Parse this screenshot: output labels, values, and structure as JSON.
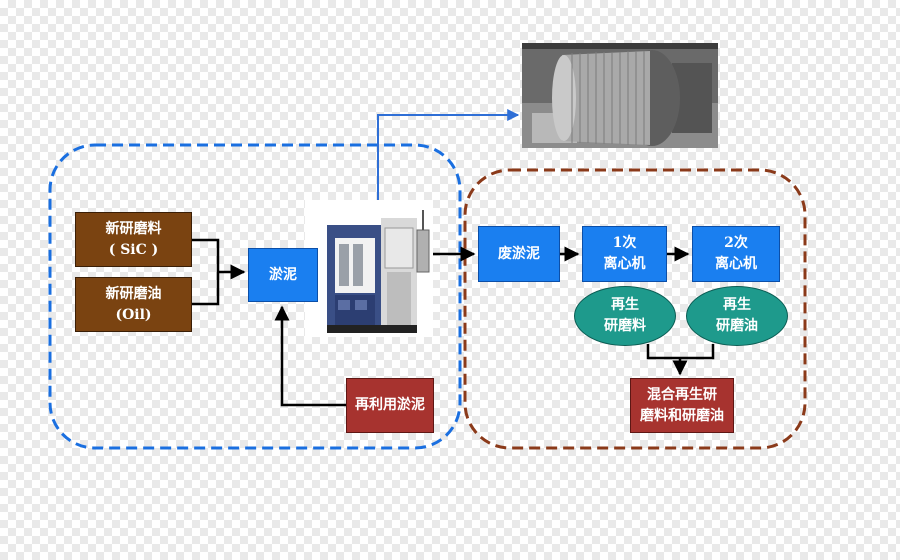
{
  "nodes": {
    "new_abrasive": {
      "line1": "新研磨料",
      "line2": "( SiC )"
    },
    "new_oil": {
      "line1": "新研磨油",
      "line2": "(Oil)"
    },
    "slurry": {
      "line1": "淤泥"
    },
    "recycled_slurry": {
      "line1": "再利用淤泥"
    },
    "waste_slurry": {
      "line1": "废淤泥"
    },
    "centrifuge_1": {
      "line1": "1次",
      "line2": "离心机"
    },
    "centrifuge_2": {
      "line1": "2次",
      "line2": "离心机"
    },
    "regen_abrasive": {
      "line1": "再生",
      "line2": "研磨料"
    },
    "regen_oil": {
      "line1": "再生",
      "line2": "研磨油"
    },
    "mixed_output": {
      "line1": "混合再生研",
      "line2": "磨料和研磨油"
    }
  },
  "colors": {
    "group_left_outline": "#1a6fe0",
    "group_right_outline": "#8b3a1a",
    "brown_box": "#7a4311",
    "blue_box": "#1a7ff0",
    "red_box": "#a7332f",
    "teal_oval": "#1e9a8c",
    "connector": "#000000",
    "photo_link": "#2f6fd6"
  },
  "images": {
    "wire_saw_photo": "wire-saw-photo",
    "slicing_machine": "wire-saw-machine-icon"
  }
}
